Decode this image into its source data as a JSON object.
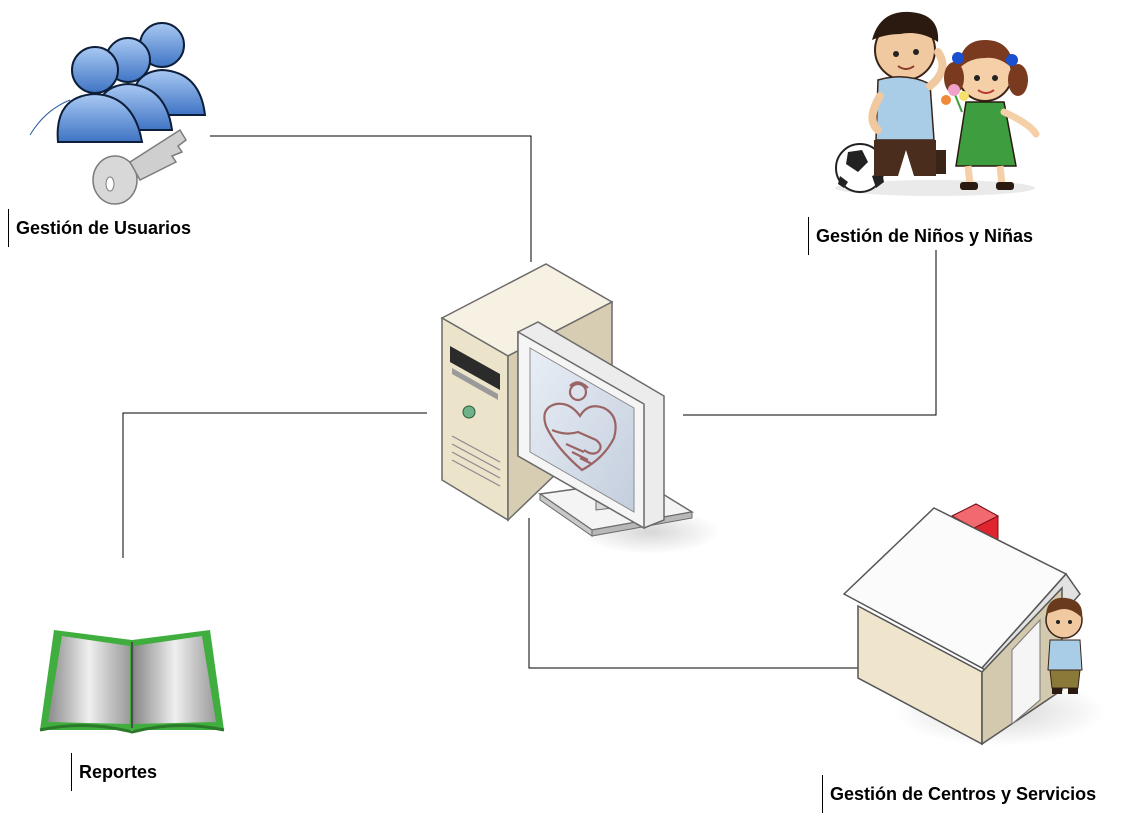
{
  "nodes": {
    "usuarios": {
      "label": "Gestión de Usuarios",
      "icon": "users-key-icon"
    },
    "ninos": {
      "label": "Gestión de Niños y Niñas",
      "icon": "children-icon"
    },
    "reportes": {
      "label": "Reportes",
      "icon": "open-book-icon"
    },
    "centros": {
      "label": "Gestión de Centros y Servicios",
      "icon": "house-icon"
    },
    "central": {
      "icon": "computer-icon"
    }
  },
  "colors": {
    "user_blue": "#5f93d6",
    "book_green": "#3fae3f",
    "chimney_red": "#e0242f",
    "case_beige": "#efe7d2",
    "heart_brown": "#9b6464"
  }
}
